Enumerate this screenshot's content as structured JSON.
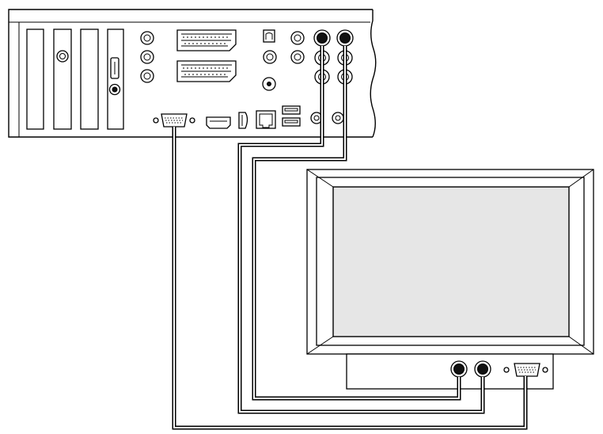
{
  "diagram": {
    "colors": {
      "line": "#000000",
      "background": "#ffffff",
      "screen": "#e6e6e6",
      "cable_core": "#ffffff"
    },
    "components": [
      "pc-rear-panel",
      "tv-monitor"
    ],
    "connections": [
      {
        "from": "pc-vga-port",
        "to": "tv-vga-port",
        "kind": "vga-cable"
      },
      {
        "from": "pc-rca-top-1",
        "to": "tv-rca-jack-1",
        "kind": "rca-cable"
      },
      {
        "from": "pc-rca-top-2",
        "to": "tv-rca-jack-2",
        "kind": "rca-cable"
      }
    ]
  }
}
